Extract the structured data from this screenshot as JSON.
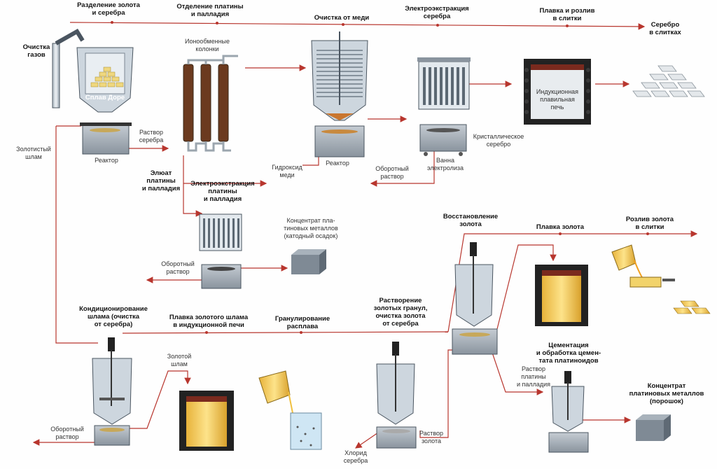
{
  "labels": {
    "separation_gold_silver": [
      "Разделение золота",
      "и серебра"
    ],
    "separation_pt_pd": [
      "Отделение платины",
      "и палладия"
    ],
    "copper_cleaning": "Очистка от меди",
    "electroextraction_silver": [
      "Электроэкстракция",
      "серебра"
    ],
    "melting_silver": [
      "Плавка и розлив",
      "в слитки"
    ],
    "silver_ingots": [
      "Серебро",
      "в слитках"
    ],
    "gas_cleaning": [
      "Очистка",
      "газов"
    ],
    "ion_columns": [
      "Ионообменные",
      "колонки"
    ],
    "dore_alloy": "Сплав Доре",
    "induction_furnace": [
      "Индукционная",
      "плавильная",
      "печь"
    ],
    "reactor1": "Реактор",
    "silver_solution": [
      "Раствор",
      "серебра"
    ],
    "gold_sludge_left": [
      "Золотистый",
      "шлам"
    ],
    "copper_hydroxide": [
      "Гидроксид",
      "меди"
    ],
    "reactor2": "Реактор",
    "return_solution1": [
      "Оборотный",
      "раствор"
    ],
    "crystalline_silver": [
      "Кристаллическое",
      "серебро"
    ],
    "electrolysis_bath": [
      "Ванна",
      "электролиза"
    ],
    "eluate": [
      "Элюат",
      "платины",
      "и палладия"
    ],
    "electroextraction_pt_pd": [
      "Электроэкстракция",
      "платины",
      "и палладия"
    ],
    "concentrate_pgm": [
      "Концентрат пла-",
      "тиновых металлов",
      "(катодный осадок)"
    ],
    "return_solution2": [
      "Оборотный",
      "раствор"
    ],
    "gold_reduction": [
      "Восстановление",
      "золота"
    ],
    "gold_melting": "Плавка золота",
    "gold_casting": [
      "Розлив золота",
      "в слитки"
    ],
    "conditioning": [
      "Кондиционирование",
      "шлама (очистка",
      "от серебра)"
    ],
    "melting_gold_sludge": [
      "Плавка золотого шлама",
      "в индукционной печи"
    ],
    "granulation": [
      "Гранулирование",
      "расплава"
    ],
    "dissolving_granules": [
      "Растворение",
      "золотых гранул,",
      "очистка золота",
      "от серебра"
    ],
    "cementation": [
      "Цементация",
      "и обработка цемен-",
      "тата платиноидов"
    ],
    "gold_sludge": [
      "Золотой",
      "шлам"
    ],
    "return_solution3": [
      "Оборотный",
      "раствор"
    ],
    "pt_pd_solution": [
      "Раствор",
      "платины",
      "и палладия"
    ],
    "concentrate_powder": [
      "Концентрат",
      "платиновых металлов",
      "(порошок)"
    ],
    "silver_chloride": [
      "Хлорид",
      "серебра"
    ],
    "gold_solution": [
      "Раствор",
      "золота"
    ]
  },
  "colors": {
    "flow_line": "#b8362e",
    "vessel_fill": "#dfe6ec",
    "vessel_stroke": "#4a5560",
    "gold_liquid": "#f0c040",
    "furnace_dark": "#2a2a2a",
    "metal_grey": "#b9c1c8"
  }
}
